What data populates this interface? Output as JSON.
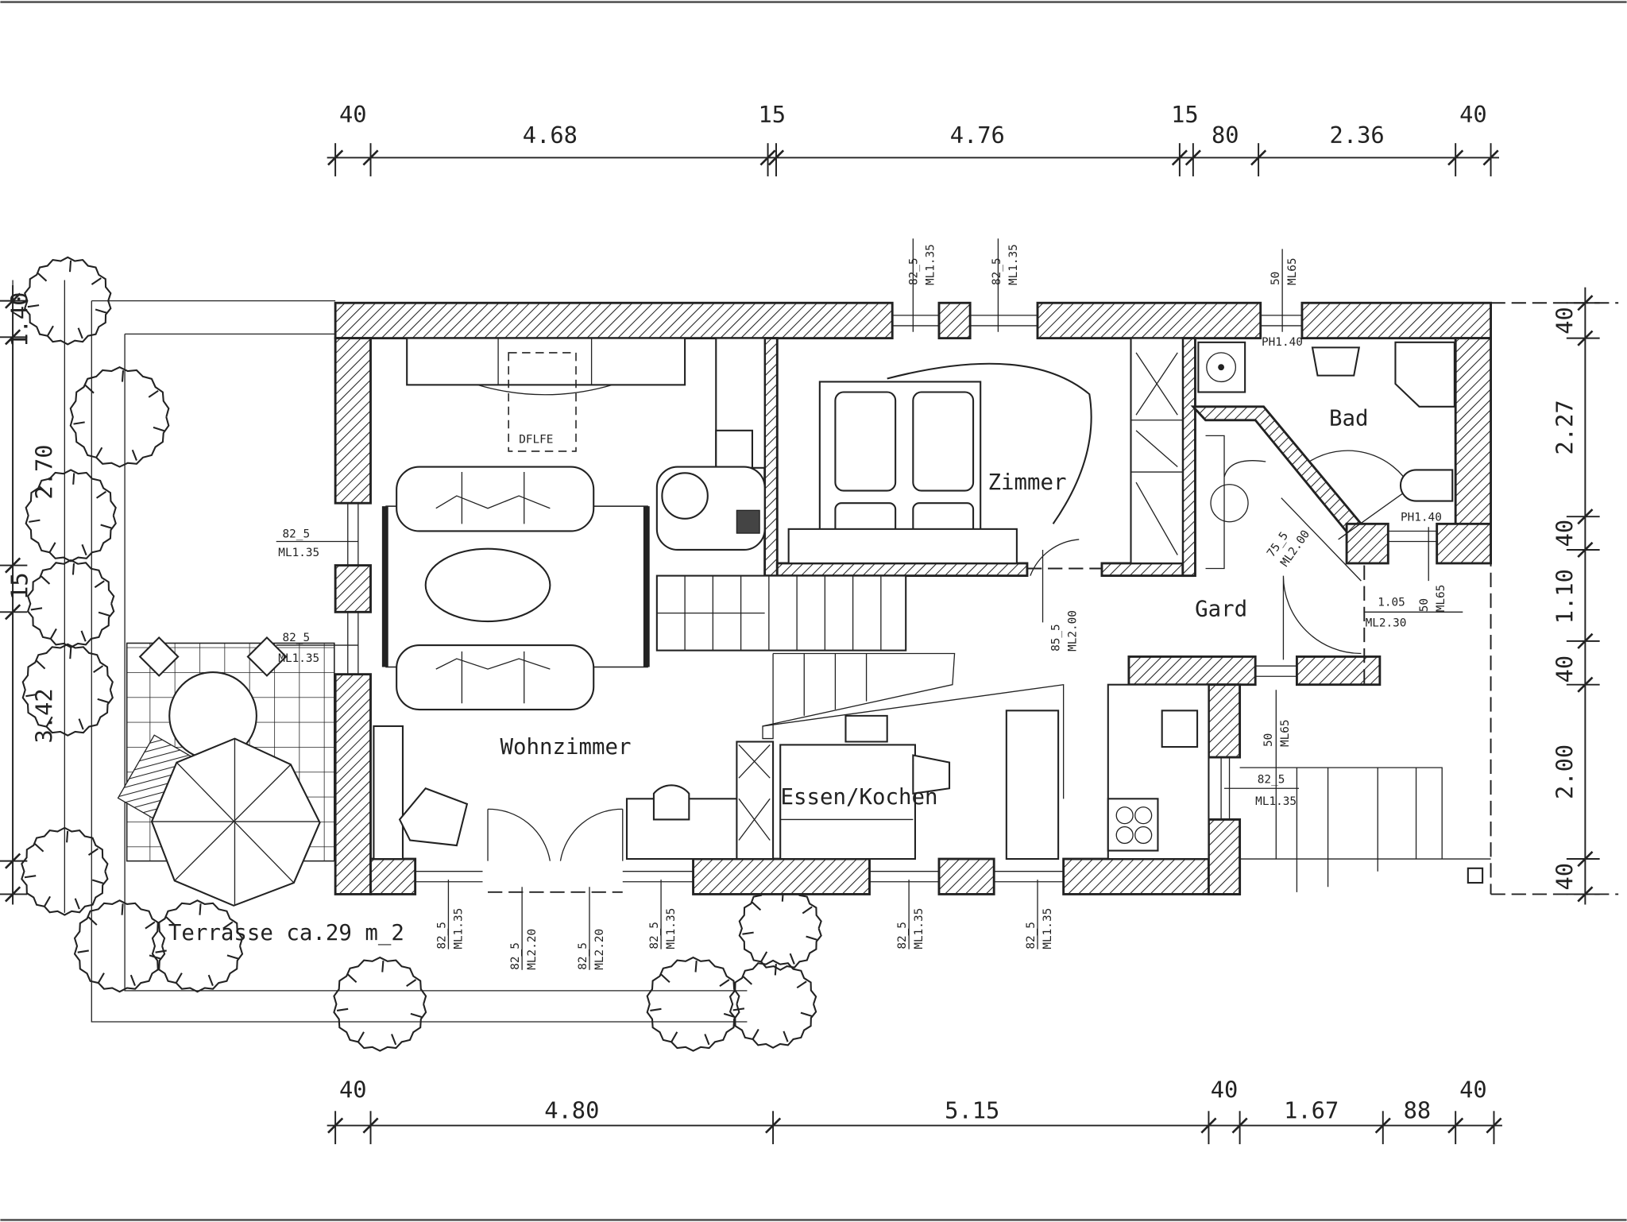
{
  "plan": {
    "rooms": {
      "living": "Wohnzimmer",
      "bedroom": "Zimmer",
      "bath": "Bad",
      "wardrobe": "Gard",
      "kitchen": "Essen/Kochen",
      "terrace": "Terrasse ca.29 m_2",
      "stove": "DFLFE"
    },
    "dims_top": [
      "40",
      "4.68",
      "15",
      "4.76",
      "15",
      "80",
      "2.36",
      "40"
    ],
    "dims_bottom": [
      "40",
      "4.80",
      "5.15",
      "40",
      "1.67",
      "88",
      "40"
    ],
    "dims_left": [
      "1.40",
      "2.70",
      "15",
      "3.42"
    ],
    "dims_right": [
      "40",
      "2.27",
      "40",
      "1.10",
      "40",
      "2.00",
      "40"
    ],
    "openings": {
      "top_window_1": [
        "82_5",
        "ML1.35"
      ],
      "top_window_2": [
        "82_5",
        "ML1.35"
      ],
      "bath_window": [
        "50",
        "ML65"
      ],
      "bath_parapet_1": "PH1.40",
      "bath_parapet_2": "PH1.40",
      "left_window_1": [
        "82_5",
        "ML1.35"
      ],
      "left_window_2": [
        "82_5",
        "ML1.35"
      ],
      "bath_door": [
        "75_5",
        "ML2.00"
      ],
      "entry_door": [
        "1.05",
        "ML2.30"
      ],
      "entry_window": [
        "50",
        "ML65"
      ],
      "stair_door": [
        "85_5",
        "ML2.00"
      ],
      "wardrobe_window": [
        "50",
        "ML65"
      ],
      "stair_window": [
        "82_5",
        "ML1.35"
      ],
      "bottom_window_1": [
        "82_5",
        "ML1.35"
      ],
      "bottom_door_1": [
        "82_5",
        "ML2.20"
      ],
      "bottom_door_2": [
        "82_5",
        "ML2.20"
      ],
      "bottom_window_2": [
        "82_5",
        "ML1.35"
      ],
      "bottom_window_3": [
        "82_5",
        "ML1.35"
      ],
      "bottom_window_4": [
        "82_5",
        "ML1.35"
      ]
    }
  }
}
